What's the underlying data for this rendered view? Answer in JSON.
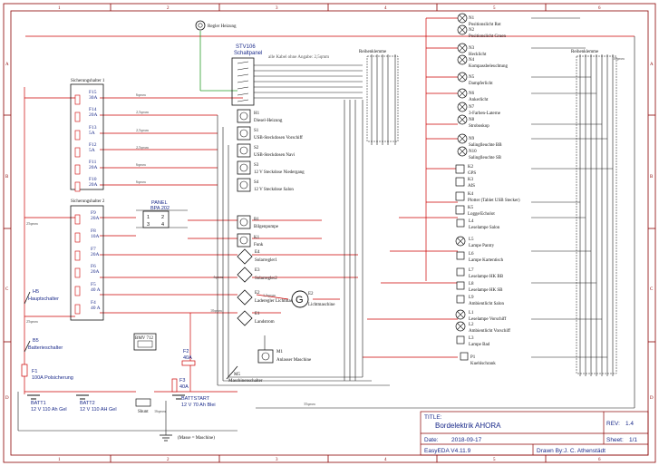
{
  "frame": {
    "columns": [
      "1",
      "2",
      "3",
      "4",
      "5",
      "6"
    ],
    "rows": [
      "A",
      "B",
      "C",
      "D"
    ]
  },
  "title_block": {
    "title_label": "TITLE:",
    "title": "Bordelektrik AHORA",
    "rev_label": "REV:",
    "rev": "1.4",
    "date_label": "Date:",
    "date": "2018-09-17",
    "sheet_label": "Sheet:",
    "sheet": "1/1",
    "tool": "EasyEDA V4.11.9",
    "drawn_by_label": "Drawn By:",
    "drawn_by": "J. C. Athenstädt"
  },
  "top": {
    "regler": "Regler Heizung",
    "stv_title": "STV106",
    "stv_sub": "Schaltpanel",
    "cable_note": "alle Kabel ohne Angabe: 2,5qmm",
    "reihenklemme_left": "Reihenklemme",
    "reihenklemme_right": "Reihenklemme",
    "wire_10": "10qmm"
  },
  "fuse_holder_1": {
    "title": "Sicherungshalter 1",
    "fuses": [
      {
        "ref": "F15",
        "val": "30A"
      },
      {
        "ref": "F14",
        "val": "20A"
      },
      {
        "ref": "F13",
        "val": "5A"
      },
      {
        "ref": "F12",
        "val": "5A"
      },
      {
        "ref": "F11",
        "val": "20A"
      },
      {
        "ref": "F10",
        "val": "20A"
      }
    ],
    "wire_labels": [
      "6qmm",
      "2,5qmm",
      "2,5qmm",
      "2,5qmm",
      "6qmm",
      "6qmm"
    ]
  },
  "fuse_holder_2": {
    "title": "Sicherungshalter 2",
    "fuses": [
      {
        "ref": "F9",
        "val": "20A"
      },
      {
        "ref": "F8",
        "val": "10A"
      },
      {
        "ref": "F7",
        "val": "20A"
      },
      {
        "ref": "F6",
        "val": "20A"
      },
      {
        "ref": "F5",
        "val": "40 A"
      },
      {
        "ref": "F4",
        "val": "40 A"
      }
    ]
  },
  "panel": {
    "ref": "PANEL",
    "type": "BPA 202",
    "pins": [
      "1",
      "2",
      "3",
      "4"
    ]
  },
  "switches": [
    {
      "ref": "H1",
      "label": "Diesel-Heizung"
    },
    {
      "ref": "S1",
      "label": "USB-Steckdosen Vorschiff"
    },
    {
      "ref": "S2",
      "label": "USB-Steckdosen Navi"
    },
    {
      "ref": "S3",
      "label": "12 V Steckdose Niedergang"
    },
    {
      "ref": "S4",
      "label": "12 V Steckdose Salon"
    },
    {
      "ref": "B1",
      "label": "Bilgenpumpe"
    },
    {
      "ref": "K1",
      "label": "Funk"
    }
  ],
  "diamonds": [
    {
      "ref": "E4",
      "label": "Solarregler1"
    },
    {
      "ref": "E3",
      "label": "Solarregler2"
    },
    {
      "ref": "E2",
      "label": "Laderegler Lichtmaschine"
    },
    {
      "ref": "E1",
      "label": "Landstrom"
    }
  ],
  "alternator": {
    "symbol": "G",
    "ref": "E2",
    "label": "Lichtmaschine"
  },
  "starter": {
    "ref": "M1",
    "label": "Anlasser Maschine"
  },
  "main_switch_m": {
    "ref": "M5",
    "label": "Maschinenschalter"
  },
  "lights": [
    {
      "ref": "N1",
      "label": "Positionslicht Rot"
    },
    {
      "ref": "N2",
      "label": "Positionslicht Gruen"
    },
    {
      "ref": "N3",
      "label": "Hecklicht"
    },
    {
      "ref": "N4",
      "label": "Kompassbeleuchtung"
    },
    {
      "ref": "N5",
      "label": "Dampferlicht"
    },
    {
      "ref": "N6",
      "label": "Ankerlicht"
    },
    {
      "ref": "N7",
      "label": "3-Farben-Laterne"
    },
    {
      "ref": "N8",
      "label": "Stroboskop"
    },
    {
      "ref": "N9",
      "label": "Salinglleuchte BB"
    },
    {
      "ref": "N10",
      "label": "Salinglleuchte SB"
    }
  ],
  "boxes": [
    {
      "ref": "K2",
      "label": "GPS"
    },
    {
      "ref": "K3",
      "label": "AIS"
    },
    {
      "ref": "K4",
      "label": "Plotter (Tablet USB Stecker)"
    },
    {
      "ref": "K5",
      "label": "Logge/Echolot"
    }
  ],
  "lower_lights": [
    {
      "ref": "L4",
      "label": "Leselampe Salon"
    },
    {
      "ref": "L5",
      "label": "Lampe Pantry"
    },
    {
      "ref": "L6",
      "label": "Lampe Kartentisch"
    },
    {
      "ref": "L7",
      "label": "Leselampe HK BB"
    },
    {
      "ref": "L8",
      "label": "Leselampe HK SB"
    },
    {
      "ref": "L9",
      "label": "Ambientlicht Salon"
    },
    {
      "ref": "L1",
      "label": "Leselampe Vorschiff"
    },
    {
      "ref": "L2",
      "label": "Ambientlicht Vorschiff"
    },
    {
      "ref": "L3",
      "label": "Lampe Bad"
    }
  ],
  "fridge": {
    "ref": "P1",
    "label": "Kuehlschrank"
  },
  "bus_wire": "25qmm",
  "main_switch": {
    "ref": "H5",
    "label": "Hauptschalter"
  },
  "battery_switch": {
    "ref": "B5",
    "label": "Batterieschalter"
  },
  "main_fuse": {
    "ref": "F1",
    "label": "100A Polsicherung"
  },
  "bmv": "BMV 712",
  "shunt": "Shunt",
  "f2": {
    "ref": "F2",
    "val": "40A"
  },
  "f3": {
    "ref": "F3",
    "val": "40A"
  },
  "batteries": [
    {
      "ref": "BATT1",
      "label": "12 V 110 Ah Gel"
    },
    {
      "ref": "BATT2",
      "label": "12 V 110 AH Gel"
    },
    {
      "ref": "BATTSTART",
      "label": "12 V 70 Ah Blei"
    }
  ],
  "ground_note": "(Masse = Maschine)",
  "minor_wire_labels": [
    "4qmm",
    "1,5qmm",
    "10qmm",
    "16qmm",
    "35qmm"
  ]
}
